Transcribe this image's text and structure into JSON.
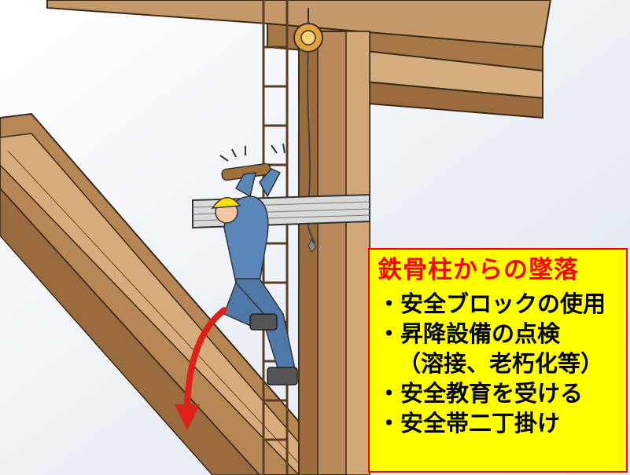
{
  "notice": {
    "title": "鉄骨柱からの墜落",
    "items": [
      "・安全ブロックの使用",
      "・昇降設備の点検",
      "（溶接、老朽化等）",
      "・安全教育を受ける",
      "・安全帯二丁掛け"
    ]
  },
  "colors": {
    "notice_background": "#ffff00",
    "notice_border": "#ff0000",
    "title": "#ff0000",
    "steel": "#c79a6b",
    "steel_dark": "#8b5e34",
    "fall_arrow": "#e0201a",
    "helmet": "#ffe000",
    "uniform": "#5b86b8"
  },
  "icons": [
    "fall-direction-arrow",
    "safety-block-reel",
    "motion-lines"
  ]
}
